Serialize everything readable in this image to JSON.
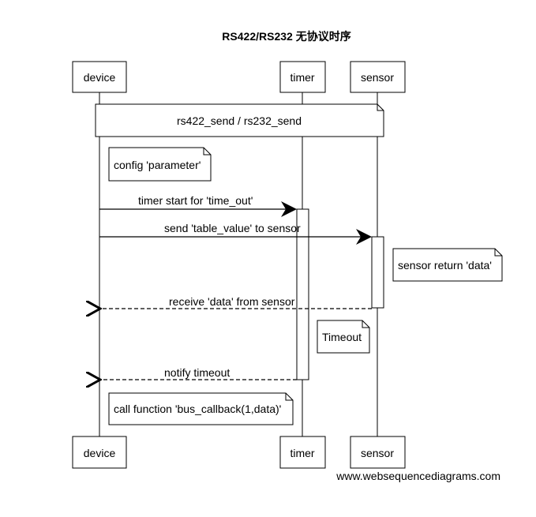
{
  "title": "RS422/RS232 无协议时序",
  "participants": [
    {
      "id": "device",
      "label": "device"
    },
    {
      "id": "timer",
      "label": "timer"
    },
    {
      "id": "sensor",
      "label": "sensor"
    }
  ],
  "span_note": "rs422_send / rs232_send",
  "notes": {
    "config": "config 'parameter'",
    "sensor_return": "sensor return 'data'",
    "timeout": "Timeout",
    "callback": "call function 'bus_callback(1,data)'"
  },
  "messages": {
    "timer_start": "timer start for 'time_out'",
    "send_table": "send 'table_value' to sensor",
    "receive_data": "receive 'data' from sensor",
    "notify_timeout": "notify timeout"
  },
  "watermark": "www.websequencediagrams.com"
}
